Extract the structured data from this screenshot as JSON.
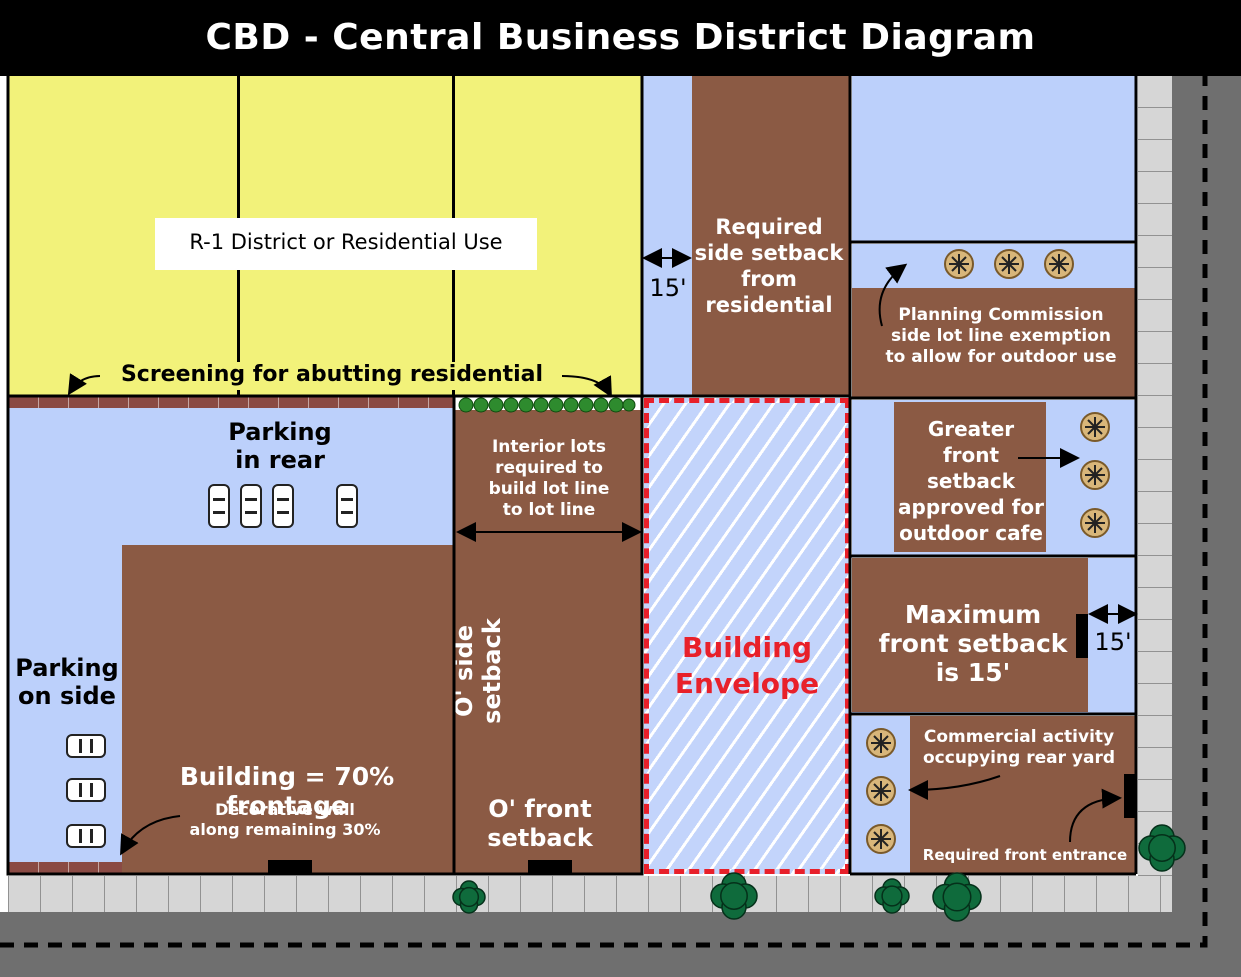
{
  "title": "CBD - Central Business District Diagram",
  "labels": {
    "r1_district": "R-1 District or Residential Use",
    "screening": "Screening for abutting residential",
    "parking_rear_line1": "Parking",
    "parking_rear_line2": "in rear",
    "parking_side_line1": "Parking",
    "parking_side_line2": "on side",
    "building_frontage": "Building = 70% frontage",
    "decorative_wall_line1": "Decorative wall",
    "decorative_wall_line2": "along remaining 30%",
    "interior_lots_line1": "Interior lots",
    "interior_lots_line2": "required to",
    "interior_lots_line3": "build lot line",
    "interior_lots_line4": "to lot line",
    "side_setback_zero": "O' side setback",
    "front_setback_zero_line1": "O' front",
    "front_setback_zero_line2": "setback",
    "building_envelope_line1": "Building",
    "building_envelope_line2": "Envelope",
    "required_side_line1": "Required",
    "required_side_line2": "side setback",
    "required_side_line3": "from",
    "required_side_line4": "residential",
    "dim_15_side": "15'",
    "planning_line1": "Planning Commission",
    "planning_line2": "side lot line exemption",
    "planning_line3": "to allow for outdoor use",
    "greater_front_line1": "Greater",
    "greater_front_line2": "front",
    "greater_front_line3": "setback",
    "greater_front_line4": "approved for",
    "greater_front_line5": "outdoor cafe",
    "max_front_line1": "Maximum",
    "max_front_line2": "front setback",
    "max_front_line3": "is 15'",
    "dim_15_front": "15'",
    "commercial_line1": "Commercial activity",
    "commercial_line2": "occupying rear yard",
    "required_entrance": "Required front entrance"
  },
  "colors": {
    "residential": "#f2f27a",
    "open_space": "#bcd0fb",
    "building": "#8b5a44",
    "envelope_border": "#e8202a",
    "street": "#6f6f6f",
    "sidewalk": "#d6d6d6",
    "tree": "#0f6b3c"
  }
}
